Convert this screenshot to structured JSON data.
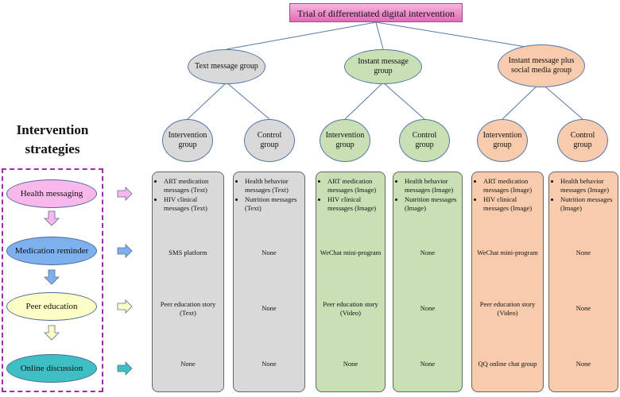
{
  "title": "Trial of differentiated digital intervention",
  "heading_line1": "Intervention",
  "heading_line2": "strategies",
  "colors": {
    "title_pink": "#e88ac8",
    "text_gray": "#d9d9d9",
    "im_green": "#c8e0b4",
    "social_orange": "#f8cbad",
    "strategy_pink": "#f9b8ec",
    "strategy_blue": "#7fb0ee",
    "strategy_yellow": "#fdfdc6",
    "strategy_teal": "#3ebfc4",
    "dashed_border": "#9b2fa8"
  },
  "groups": [
    {
      "label": "Text message group"
    },
    {
      "label": "Instant message group"
    },
    {
      "label": "Instant message plus social media group"
    }
  ],
  "subgroups": [
    {
      "label": "Intervention group"
    },
    {
      "label": "Control group"
    },
    {
      "label": "Intervention group"
    },
    {
      "label": "Control group"
    },
    {
      "label": "Intervention group"
    },
    {
      "label": "Control group"
    }
  ],
  "strategies": [
    {
      "label": "Health messaging"
    },
    {
      "label": "Medication reminder"
    },
    {
      "label": "Peer education"
    },
    {
      "label": "Online discussion"
    }
  ],
  "panels": [
    {
      "bullets": [
        "ART medication messages (Text)",
        "HIV clinical messages (Text)"
      ],
      "reminder": "SMS platform",
      "peer": "Peer education story (Text)",
      "discussion": "None"
    },
    {
      "bullets": [
        "Health behavior messages (Text)",
        "Nutrition messages (Text)"
      ],
      "reminder": "None",
      "peer": "None",
      "discussion": "None"
    },
    {
      "bullets": [
        "ART medication messages (Image)",
        "HIV clinical messages (Image)"
      ],
      "reminder": "WeChat mini-program",
      "peer": "Peer education story (Video)",
      "discussion": "None"
    },
    {
      "bullets": [
        "Health behavior messages (Image)",
        "Nutrition messages (Image)"
      ],
      "reminder": "None",
      "peer": "None",
      "discussion": "None"
    },
    {
      "bullets": [
        "ART medication messages (Image)",
        "HIV clinical messages (Image)"
      ],
      "reminder": "WeChat mini-program",
      "peer": "Peer education story (Video)",
      "discussion": "QQ online chat group"
    },
    {
      "bullets": [
        "Health behavior messages (Image)",
        "Nutrition messages (Image)"
      ],
      "reminder": "None",
      "peer": "None",
      "discussion": "None"
    }
  ]
}
